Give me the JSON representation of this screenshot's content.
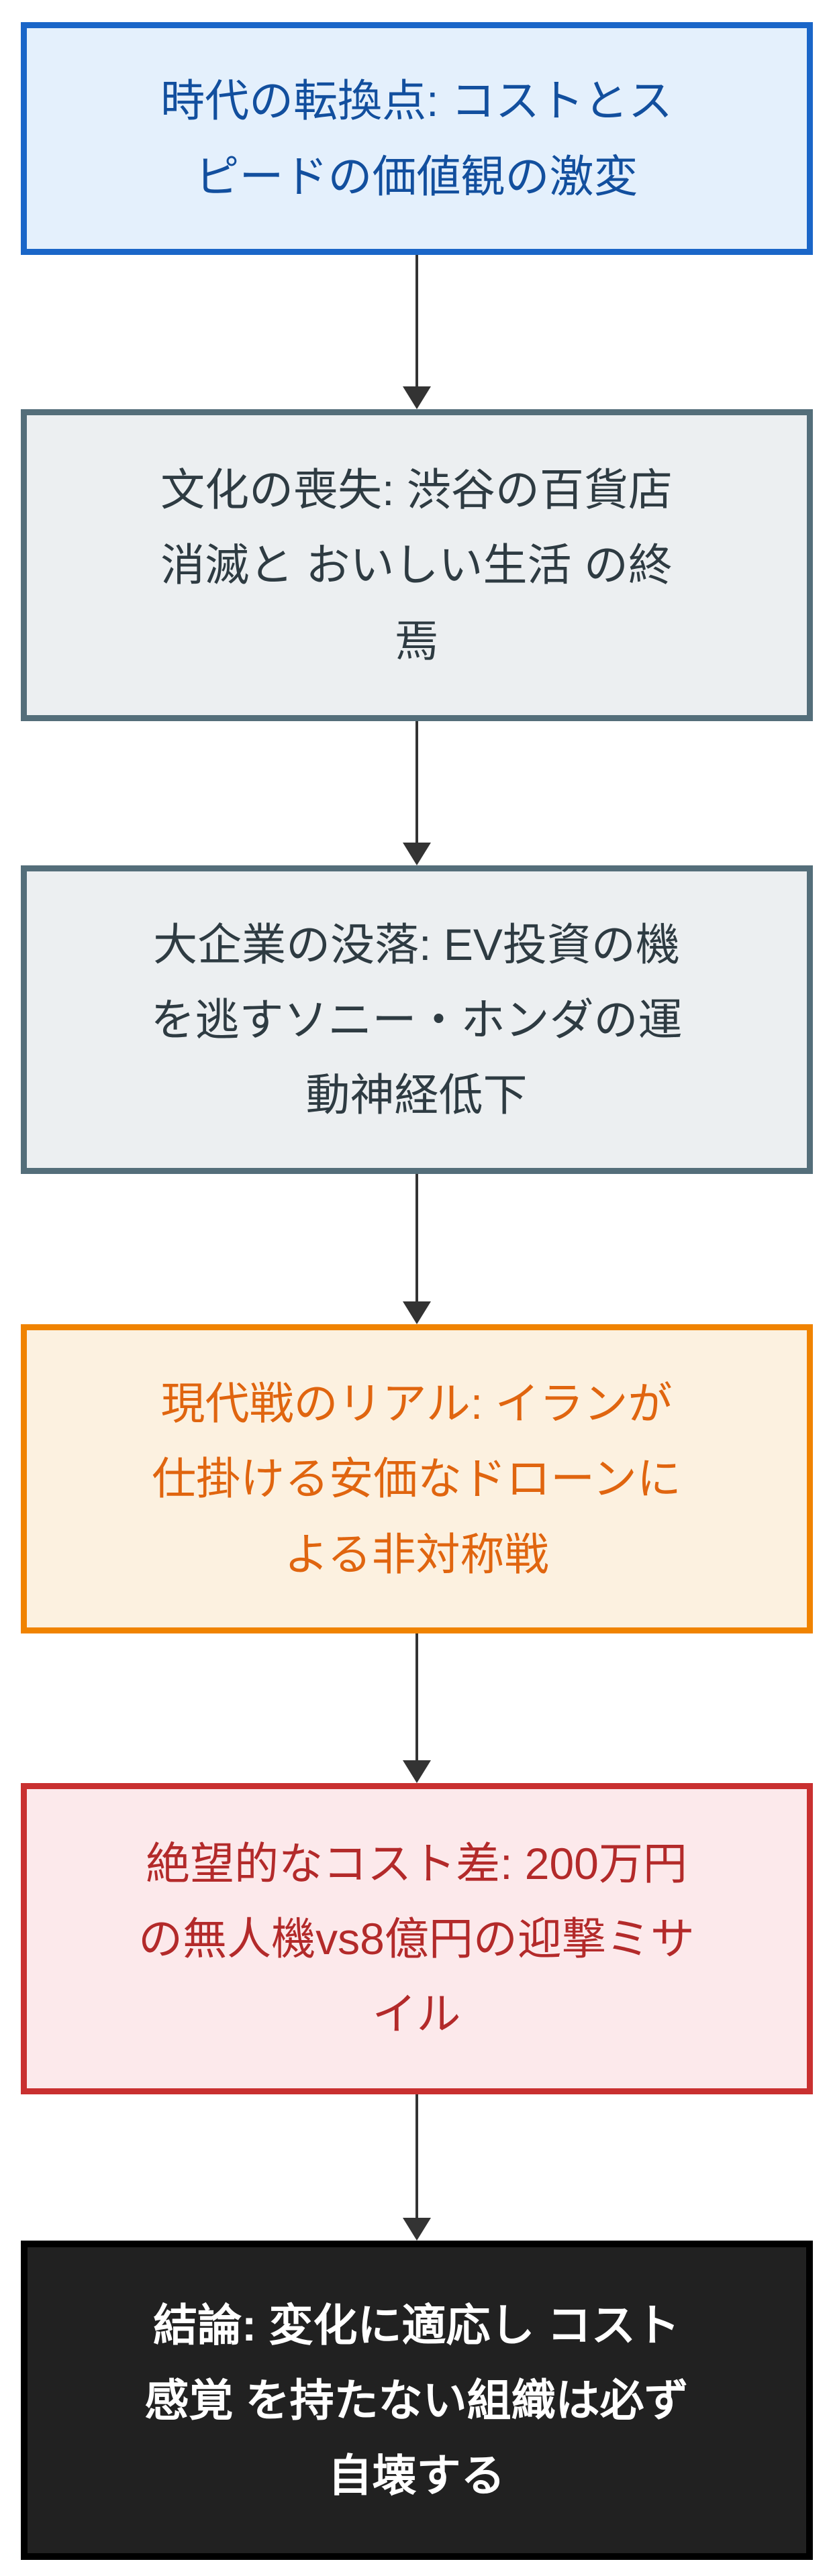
{
  "page": {
    "background": "#ffffff"
  },
  "flow": {
    "direction": "top-down",
    "arrow_color": "#333333",
    "nodes": [
      {
        "label": "時代の転換点: コストとス\nピードの価値観の激変",
        "fill": "#e4f0fc",
        "border": "#1a66c8",
        "text_color": "#124f9e",
        "bold": false
      },
      {
        "label": "文化の喪失: 渋谷の百貨店\n消滅と おいしい生活 の終\n焉",
        "fill": "#eceff1",
        "border": "#546e7a",
        "text_color": "#2e3b42",
        "bold": false
      },
      {
        "label": "大企業の没落: EV投資の機\nを逃すソニー・ホンダの運\n動神経低下",
        "fill": "#eceff1",
        "border": "#546e7a",
        "text_color": "#2e3b42",
        "bold": false
      },
      {
        "label": "現代戦のリアル: イランが\n仕掛ける安価なドローンに\nよる非対称戦",
        "fill": "#fcf1e0",
        "border": "#f08300",
        "text_color": "#e0650f",
        "bold": false
      },
      {
        "label": "絶望的なコスト差: 200万円\nの無人機vs8億円の迎撃ミサ\nイル",
        "fill": "#fce9eb",
        "border": "#c93030",
        "text_color": "#b32a2a",
        "bold": false
      },
      {
        "label": "結論: 変化に適応し コスト\n感覚 を持たない組織は必ず\n自壊する",
        "fill": "#212121",
        "border": "#000000",
        "text_color": "#ffffff",
        "bold": true
      }
    ]
  }
}
